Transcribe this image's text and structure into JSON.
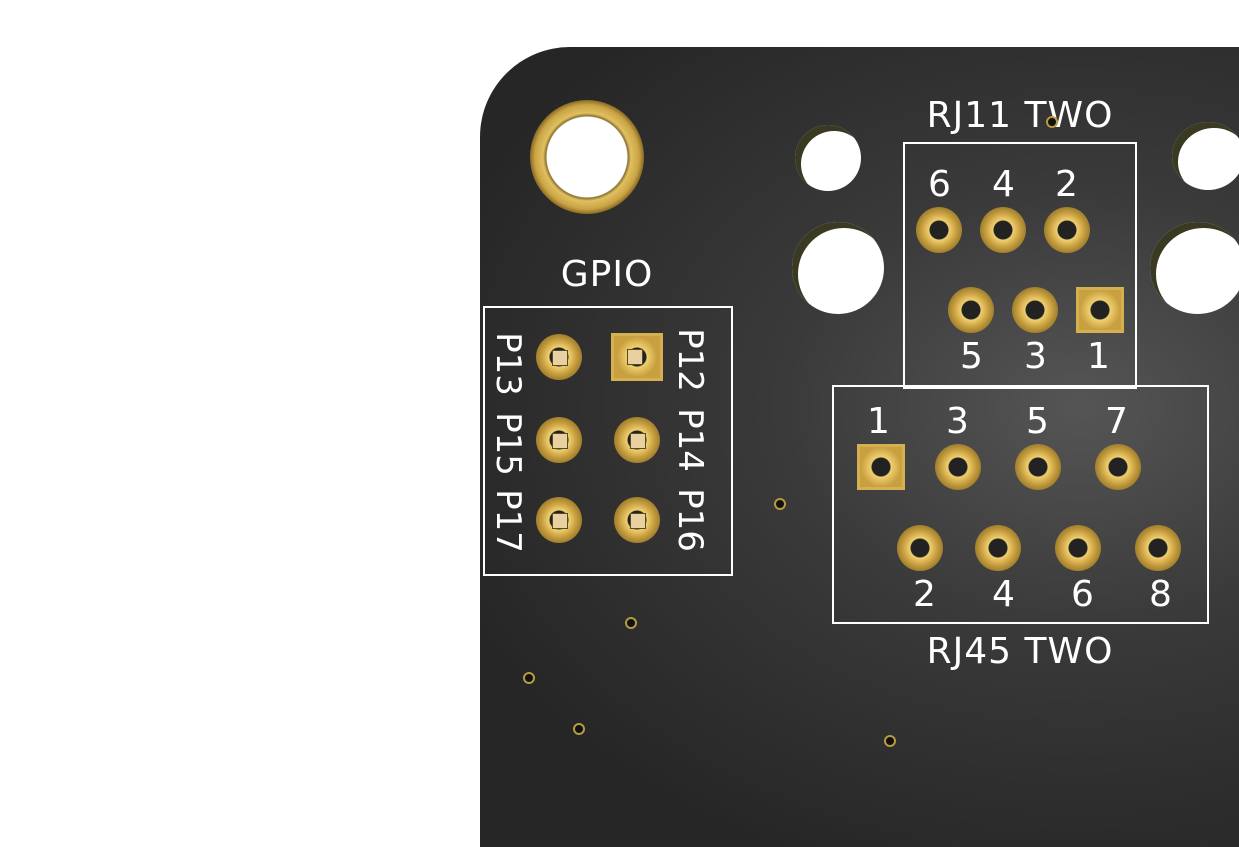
{
  "gpio": {
    "title": "GPIO",
    "left_pins": [
      "P13",
      "P15",
      "P17"
    ],
    "right_pins": [
      "P12",
      "P14",
      "P16"
    ]
  },
  "rj11": {
    "title": "RJ11 TWO",
    "top_pins": [
      "6",
      "4",
      "2"
    ],
    "bottom_pins": [
      "5",
      "3",
      "1"
    ]
  },
  "rj45": {
    "title": "RJ45 TWO",
    "top_pins": [
      "1",
      "3",
      "5",
      "7"
    ],
    "bottom_pins": [
      "2",
      "4",
      "6",
      "8"
    ]
  },
  "colors": {
    "board": "#2e2e2e",
    "copper": "#c9a445",
    "silkscreen": "#ffffff"
  }
}
